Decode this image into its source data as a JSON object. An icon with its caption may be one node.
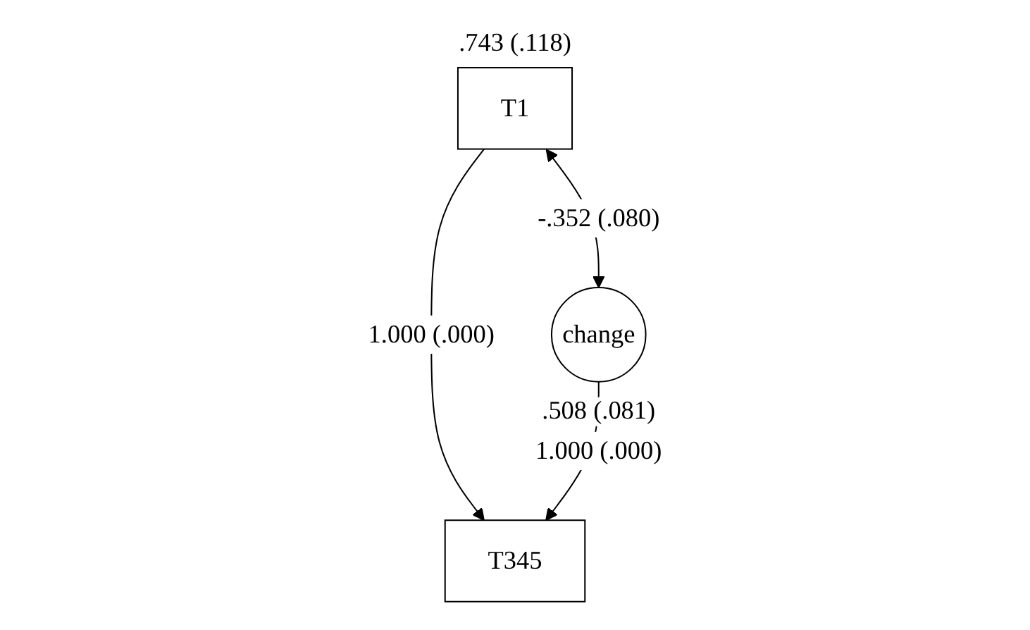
{
  "diagram": {
    "nodes": [
      {
        "text": [
          "T1"
        ],
        "beside": [
          ".743 (.118)"
        ]
      },
      {
        "text": [
          "change"
        ],
        "beside": [
          ".508 (.081)"
        ]
      },
      {
        "text": [
          "T345"
        ]
      }
    ],
    "edges": [
      {
        "from": 0,
        "to": 2,
        "arrow": "to",
        "label": "1.000 (.000)"
      },
      {
        "from": 1,
        "to": 2,
        "arrow": "to",
        "label": "1.000 (.000)"
      },
      {
        "from": 0,
        "to": 1,
        "arrow": "both",
        "label": "-.352 (.080)"
      }
    ]
  }
}
